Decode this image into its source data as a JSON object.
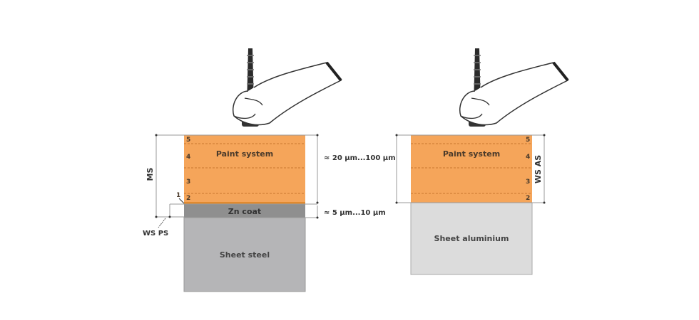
{
  "left": {
    "paint_label": "Paint system",
    "zn_label": "Zn coat",
    "substrate_label": "Sheet steel",
    "layer_numbers": [
      "5",
      "4",
      "3",
      "2"
    ],
    "point_marker": "1",
    "ms_label": "MS",
    "ws_ps_label": "WS PS",
    "paint_thickness": "≈ 20 µm...100 µm",
    "zn_thickness": "≈ 5 µm...10 µm"
  },
  "right": {
    "paint_label": "Paint system",
    "substrate_label": "Sheet aluminium",
    "layer_numbers": [
      "5",
      "4",
      "3",
      "2"
    ],
    "ws_as_label": "WS AS"
  },
  "colors": {
    "paint": "#f5a55a",
    "zn": "#8f8f8f",
    "steel": "#b5b5b7",
    "aluminium": "#dcdcdc",
    "text": "#4a3a2a"
  }
}
